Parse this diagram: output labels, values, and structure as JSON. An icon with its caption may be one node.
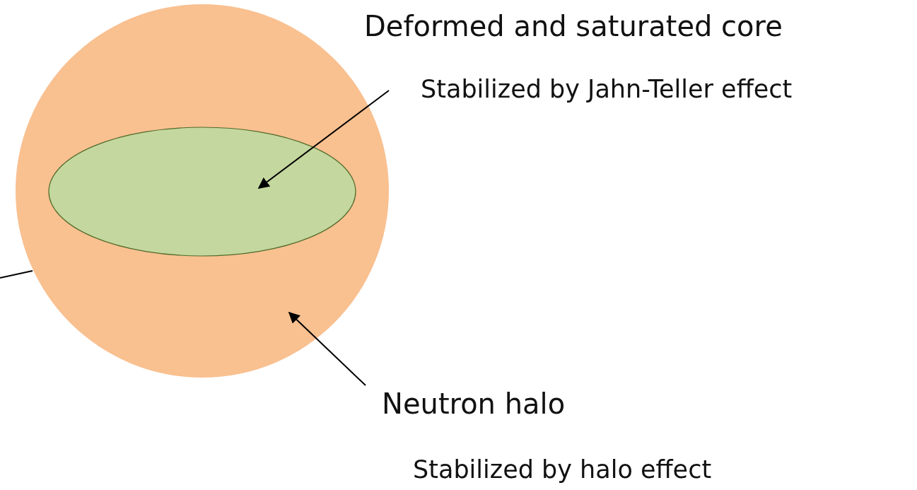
{
  "diagram": {
    "nodes": [
      {
        "text": [],
        "shape": "circle"
      },
      {
        "text": [],
        "shape": "ellipse",
        "in": 0
      },
      {
        "text": [
          "Deformed and saturated core",
          "Stabilized by Jahn-Teller effect"
        ]
      },
      {
        "text": [
          "Neutron halo",
          "Stabilized by halo effect"
        ]
      }
    ],
    "edges": [
      {
        "from": 2,
        "to": 1,
        "arrow": "to"
      },
      {
        "from": 3,
        "to": 0,
        "arrow": "to"
      },
      {
        "from": null,
        "to": 0,
        "arrow": "none"
      }
    ]
  }
}
